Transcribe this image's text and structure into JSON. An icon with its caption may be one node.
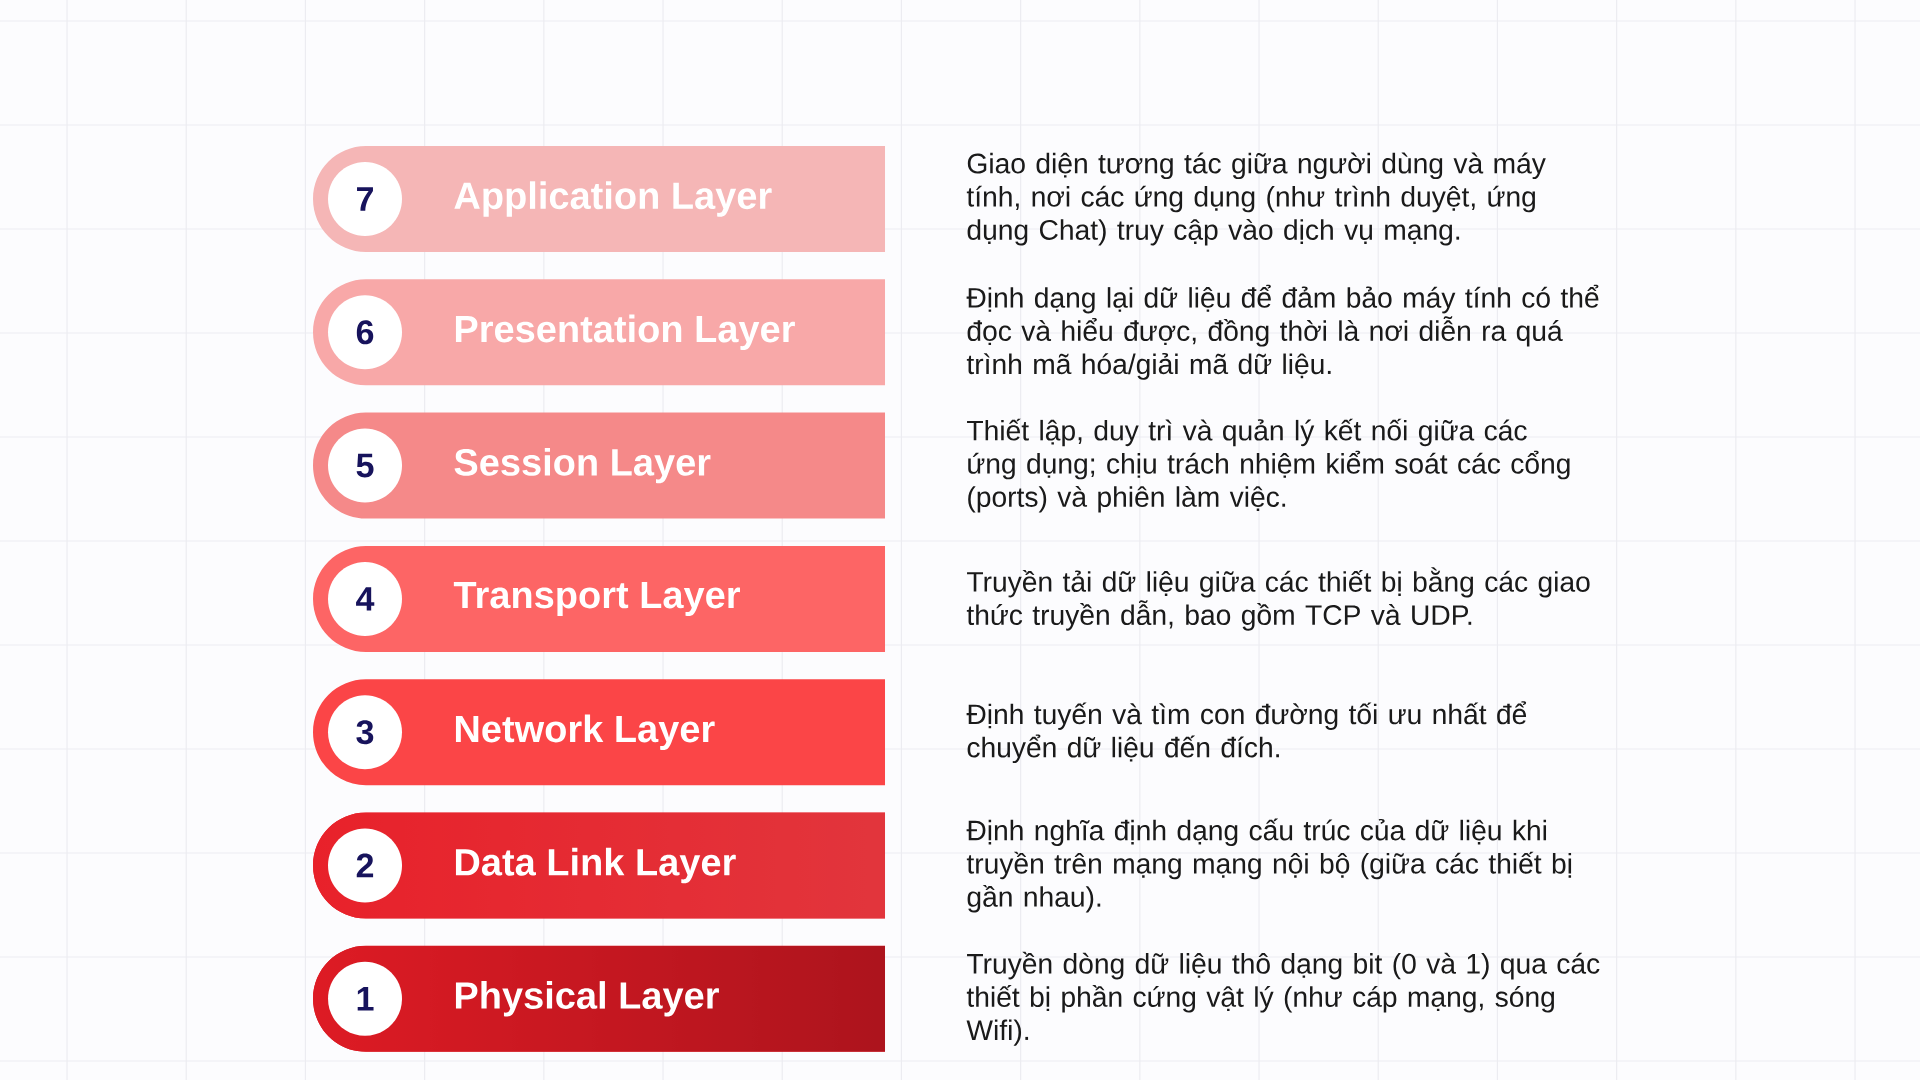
{
  "diagram": {
    "nodes": [
      {
        "text": [
          "Application Layer"
        ],
        "beside": [
          "Giao diện tương tác giữa người dùng và máy tính, nơi các ứng dụng (như trình duyệt, ứng dụng Chat) truy cập vào dịch vụ mạng."
        ]
      },
      {
        "text": [
          "7"
        ],
        "in": 0
      },
      {
        "text": [
          "Presentation Layer"
        ],
        "beside": [
          "Định dạng lại dữ liệu để đảm bảo máy tính có thể đọc và hiểu được, đồng thời là nơi diễn ra quá trình mã hóa/giải mã dữ liệu."
        ]
      },
      {
        "text": [
          "6"
        ],
        "in": 2
      },
      {
        "text": [
          "Session Layer"
        ],
        "beside": [
          "Thiết lập, duy trì và quản lý kết nối giữa các ứng dụng; chịu trách nhiệm kiểm soát các cổng (ports) và phiên làm việc."
        ]
      },
      {
        "text": [
          "5"
        ],
        "in": 4
      },
      {
        "text": [
          "Transport Layer"
        ],
        "beside": [
          "Truyền tải dữ liệu giữa các thiết bị bằng các giao thức truyền dẫn, bao gồm TCP và UDP."
        ]
      },
      {
        "text": [
          "4"
        ],
        "in": 6
      },
      {
        "text": [
          "Network Layer"
        ],
        "beside": [
          "Định tuyến và tìm con đường tối ưu nhất để chuyển dữ liệu đến đích."
        ]
      },
      {
        "text": [
          "3"
        ],
        "in": 8
      },
      {
        "text": [
          "Data Link Layer"
        ],
        "beside": [
          "Định nghĩa định dạng cấu trúc của dữ liệu khi truyền trên mạng mạng nội bộ (giữa các thiết bị gần nhau)."
        ]
      },
      {
        "text": [
          "2"
        ],
        "in": 10
      },
      {
        "text": [
          "Physical Layer"
        ],
        "beside": [
          "Truyền dòng dữ liệu thô dạng bit (0 và 1) qua các thiết bị phần cứng vật lý (như cáp mạng, sóng Wifi)."
        ]
      },
      {
        "text": [
          "1"
        ],
        "in": 12
      }
    ]
  }
}
